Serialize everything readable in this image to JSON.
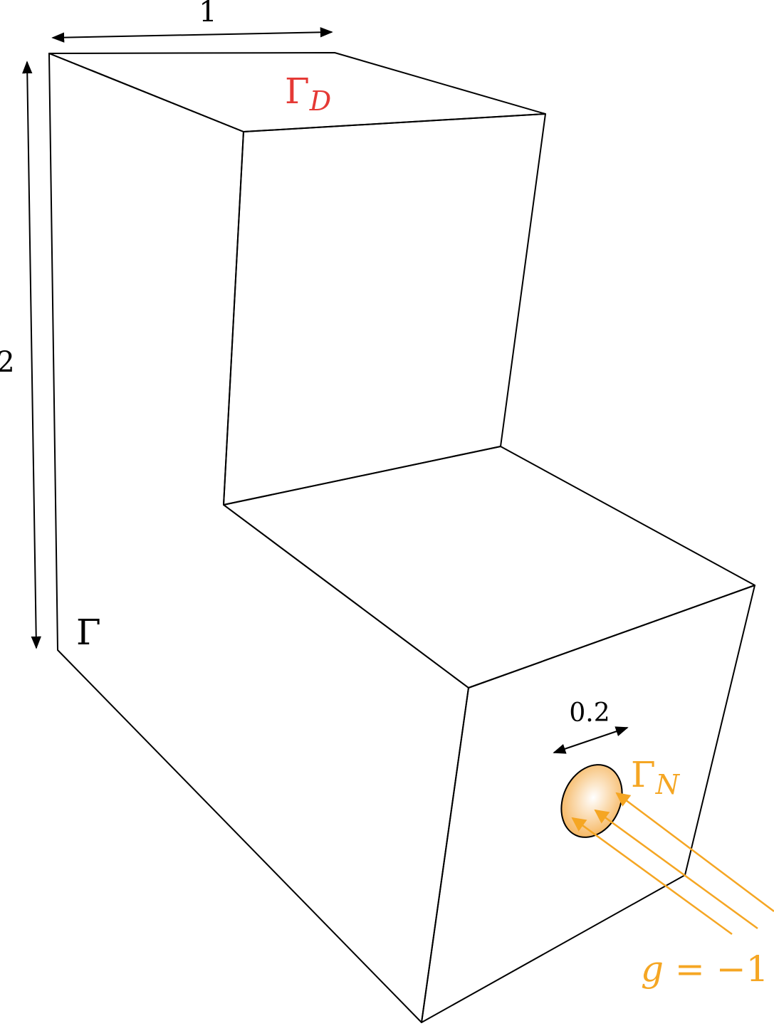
{
  "labels": {
    "width": "1",
    "height": "2",
    "hole_size": "0.2",
    "gamma": "Γ",
    "gamma_d": {
      "base": "Γ",
      "sub": "D"
    },
    "gamma_n": {
      "base": "Γ",
      "sub": "N"
    },
    "flux": {
      "var": "g",
      "eq": " = −1"
    }
  },
  "colors": {
    "body": "#fdf6d4",
    "dirichlet": "#ef9a9a",
    "neumann": "#f5a623",
    "edge": "#000000"
  }
}
